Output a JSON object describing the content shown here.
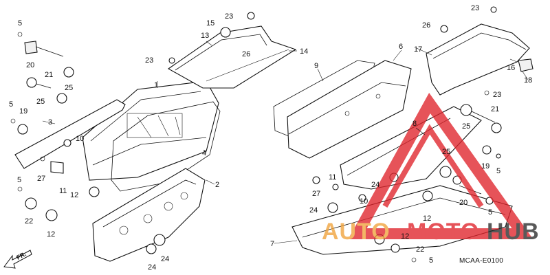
{
  "diagram": {
    "reference_code": "MCAA-E0100",
    "front_marker": "FR.",
    "callouts": {
      "p1": "1",
      "p2": "2",
      "p3": "3",
      "p4": "4",
      "p5": "5",
      "p6": "6",
      "p7": "7",
      "p8": "8",
      "p9": "9",
      "p10": "10",
      "p11": "11",
      "p12": "12",
      "p13": "13",
      "p14": "14",
      "p15": "15",
      "p16": "16",
      "p17": "17",
      "p18": "18",
      "p19": "19",
      "p20": "20",
      "p21": "21",
      "p22": "22",
      "p23": "23",
      "p24": "24",
      "p25": "25",
      "p26": "26",
      "p27": "27"
    }
  },
  "watermark": {
    "part1": "AUTO",
    "part2": "MOTO",
    "part3": "HUB",
    "color_red": "#e0242b",
    "color_orange": "#f0a23a",
    "color_dark": "#2b2b2b"
  }
}
